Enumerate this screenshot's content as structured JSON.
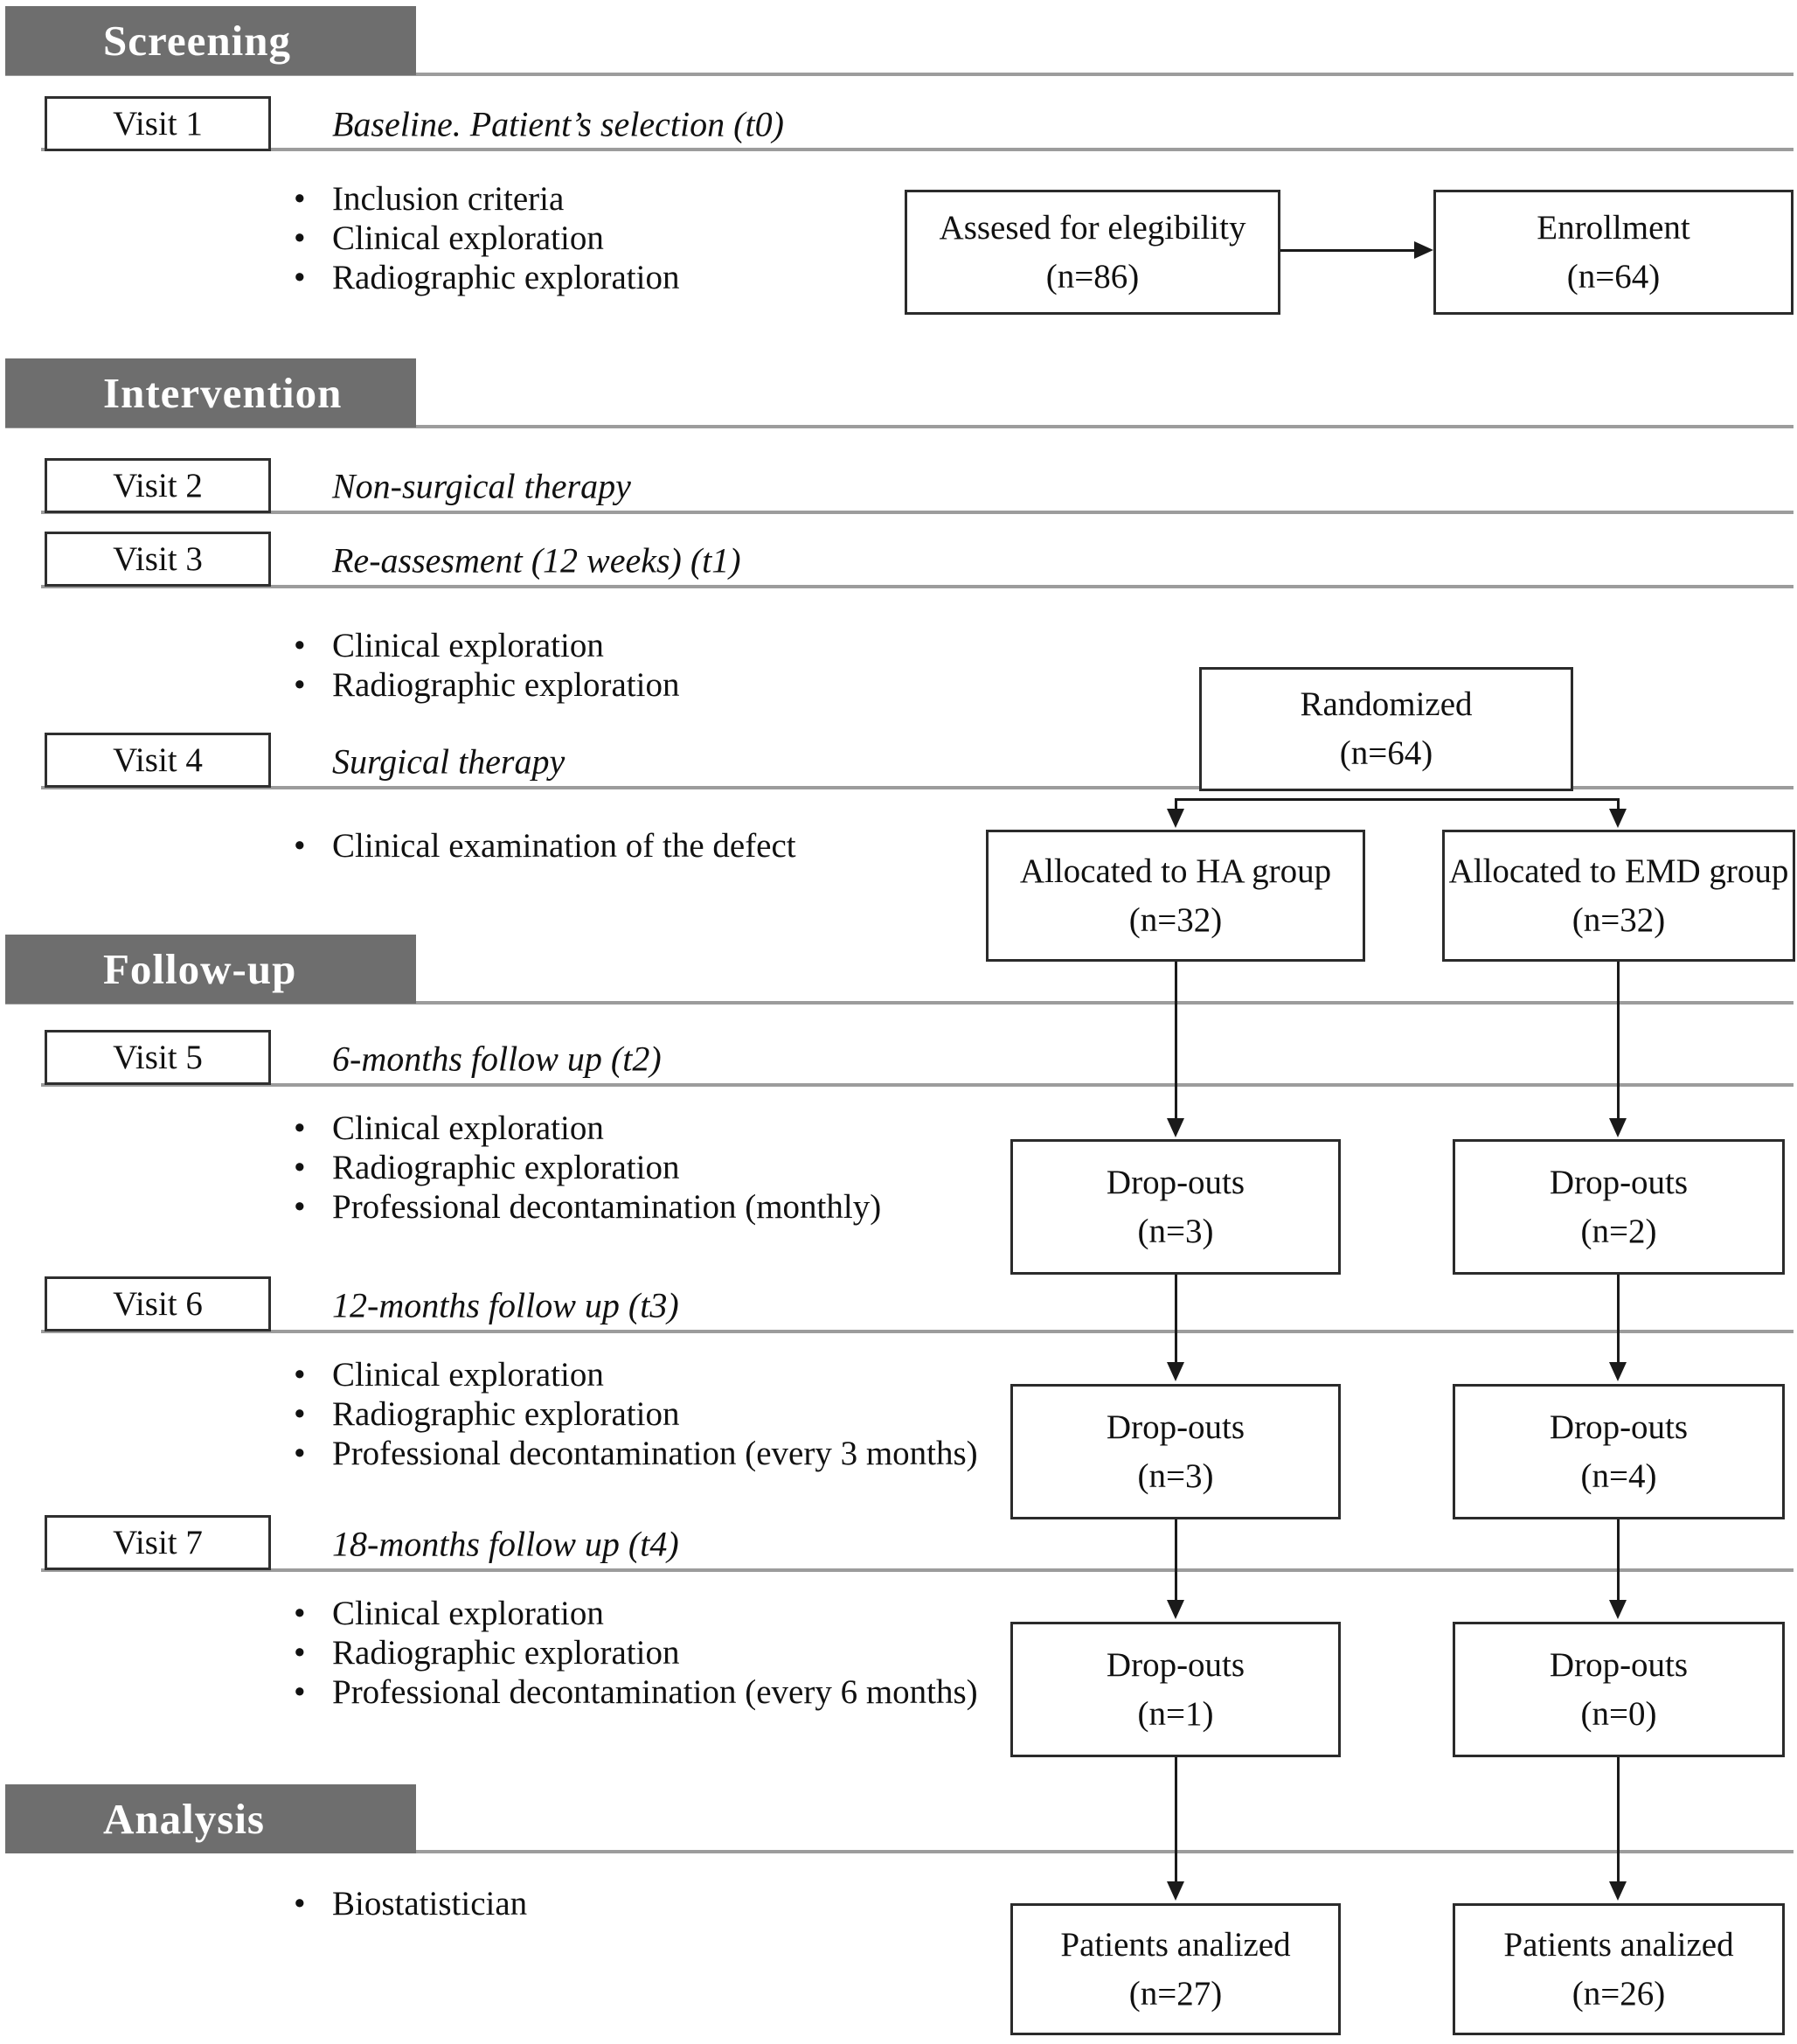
{
  "sections": {
    "screening": "Screening",
    "intervention": "Intervention",
    "followup": "Follow-up",
    "analysis": "Analysis"
  },
  "visits": [
    {
      "label": "Visit 1",
      "title": "Baseline. Patient’s selection (t0)",
      "bullets": [
        "Inclusion criteria",
        "Clinical exploration",
        "Radiographic exploration"
      ]
    },
    {
      "label": "Visit 2",
      "title": "Non-surgical therapy",
      "bullets": []
    },
    {
      "label": "Visit 3",
      "title": "Re-assesment (12 weeks) (t1)",
      "bullets": [
        "Clinical exploration",
        "Radiographic exploration"
      ]
    },
    {
      "label": "Visit 4",
      "title": "Surgical therapy",
      "bullets": [
        "Clinical examination of the defect"
      ]
    },
    {
      "label": "Visit 5",
      "title": "6-months follow up (t2)",
      "bullets": [
        "Clinical exploration",
        "Radiographic exploration",
        "Professional decontamination (monthly)"
      ]
    },
    {
      "label": "Visit 6",
      "title": "12-months follow up (t3)",
      "bullets": [
        "Clinical exploration",
        "Radiographic exploration",
        "Professional decontamination (every 3 months)"
      ]
    },
    {
      "label": "Visit 7",
      "title": "18-months follow up (t4)",
      "bullets": [
        "Clinical exploration",
        "Radiographic exploration",
        "Professional decontamination (every 6 months)"
      ]
    }
  ],
  "analysis_bullets": [
    "Biostatistician"
  ],
  "flow": {
    "assessed": {
      "line1": "Assesed for elegibility",
      "line2": "(n=86)"
    },
    "enrollment": {
      "line1": "Enrollment",
      "line2": "(n=64)"
    },
    "randomized": {
      "line1": "Randomized",
      "line2": "(n=64)"
    },
    "alloc_ha": {
      "line1": "Allocated to HA group",
      "line2": "(n=32)"
    },
    "alloc_emd": {
      "line1": "Allocated to EMD group",
      "line2": "(n=32)"
    },
    "drop_ha_t2": {
      "line1": "Drop-outs",
      "line2": "(n=3)"
    },
    "drop_emd_t2": {
      "line1": "Drop-outs",
      "line2": "(n=2)"
    },
    "drop_ha_t3": {
      "line1": "Drop-outs",
      "line2": "(n=3)"
    },
    "drop_emd_t3": {
      "line1": "Drop-outs",
      "line2": "(n=4)"
    },
    "drop_ha_t4": {
      "line1": "Drop-outs",
      "line2": "(n=1)"
    },
    "drop_emd_t4": {
      "line1": "Drop-outs",
      "line2": "(n=0)"
    },
    "analyzed_ha": {
      "line1": "Patients analized",
      "line2": "(n=27)"
    },
    "analyzed_emd": {
      "line1": "Patients analized",
      "line2": "(n=26)"
    }
  },
  "colors": {
    "section_bar": "#6e6e6e",
    "section_bar_text": "#ffffff",
    "row_line": "#9c9c9c",
    "box_border": "#2b2b2b",
    "arrow": "#1a1a1a",
    "text": "#111111"
  }
}
